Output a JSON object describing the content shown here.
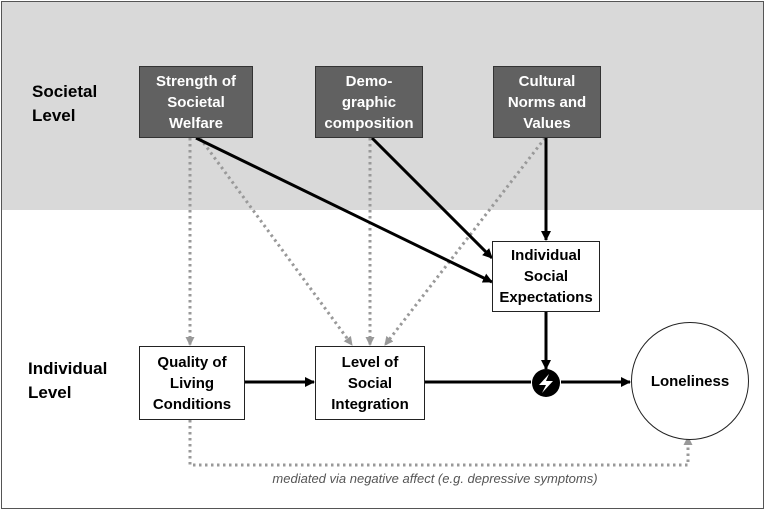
{
  "levels": {
    "societal": "Societal\nLevel",
    "individual": "Individual\nLevel"
  },
  "societal_boxes": {
    "welfare": "Strength of\nSocietal\nWelfare",
    "demographic": "Demo-\ngraphic\ncomposition",
    "cultural": "Cultural\nNorms and\nValues"
  },
  "individual_boxes": {
    "expectations": "Individual\nSocial\nExpectations",
    "living": "Quality of\nLiving\nConditions",
    "integration": "Level of\nSocial\nIntegration"
  },
  "outcome": "Loneliness",
  "mediation_note": "mediated via negative affect (e.g. depressive symptoms)",
  "colors": {
    "societal_band": "#d9d9d9",
    "dark_box": "#616161",
    "solid_arrow": "#000000",
    "dotted_arrow": "#999999"
  },
  "icons": {
    "discrepancy_marker": "lightning-bolt-icon"
  }
}
